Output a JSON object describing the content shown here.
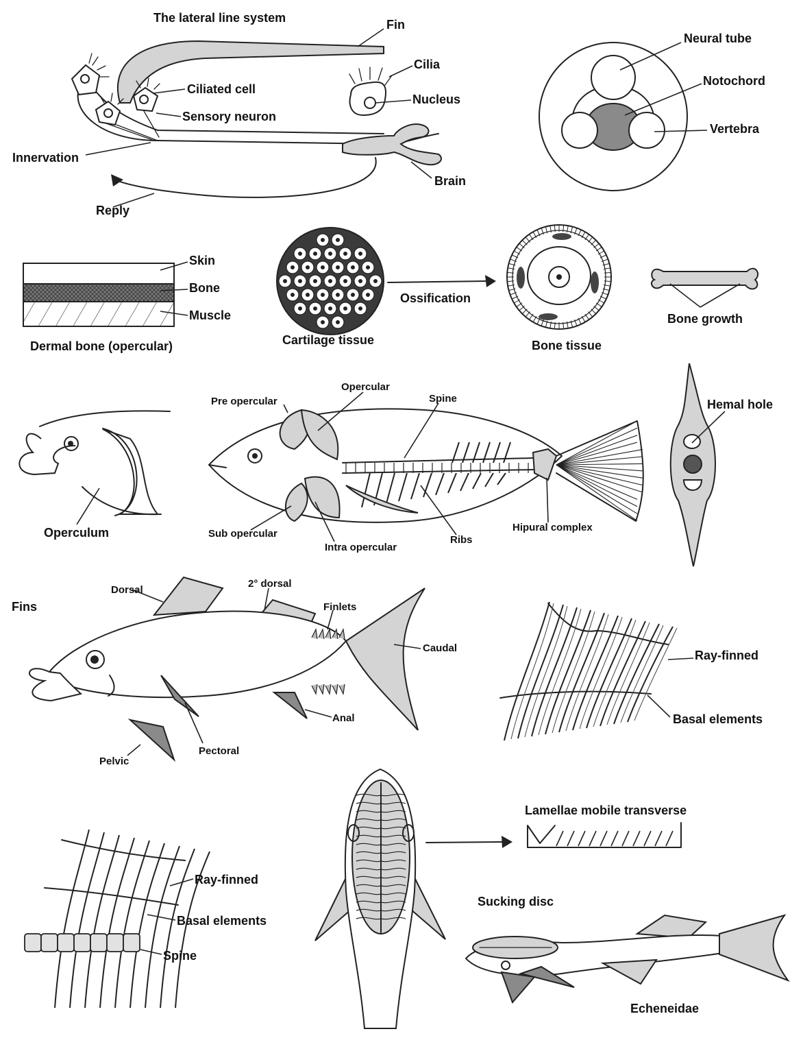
{
  "lateral_line": {
    "title": "The lateral line system",
    "fin": "Fin",
    "cilia": "Cilia",
    "ciliated_cell": "Ciliated cell",
    "nucleus": "Nucleus",
    "sensory_neuron": "Sensory neuron",
    "innervation": "Innervation",
    "brain": "Brain",
    "reply": "Reply"
  },
  "vertebra_section": {
    "neural_tube": "Neural tube",
    "notochord": "Notochord",
    "vertebra": "Vertebra"
  },
  "bone": {
    "skin": "Skin",
    "bone": "Bone",
    "muscle": "Muscle",
    "dermal_bone": "Dermal bone (opercular)",
    "cartilage_tissue": "Cartilage tissue",
    "ossification": "Ossification",
    "bone_tissue": "Bone tissue",
    "bone_growth": "Bone growth"
  },
  "skeleton": {
    "operculum": "Operculum",
    "pre_opercular": "Pre opercular",
    "opercular": "Opercular",
    "spine": "Spine",
    "sub_opercular": "Sub opercular",
    "intra_opercular": "Intra opercular",
    "ribs": "Ribs",
    "hipural_complex": "Hipural complex",
    "hemal_hole": "Hemal hole"
  },
  "fins": {
    "title": "Fins",
    "dorsal": "Dorsal",
    "second_dorsal": "2° dorsal",
    "finlets": "Finlets",
    "caudal": "Caudal",
    "anal": "Anal",
    "pectoral": "Pectoral",
    "pelvic": "Pelvic",
    "ray_finned": "Ray-finned",
    "basal_elements": "Basal elements"
  },
  "bottom": {
    "ray_finned": "Ray-finned",
    "basal_elements": "Basal elements",
    "spine": "Spine",
    "lamellae": "Lamellae mobile transverse",
    "sucking_disc": "Sucking disc",
    "echeneidae": "Echeneidae"
  }
}
